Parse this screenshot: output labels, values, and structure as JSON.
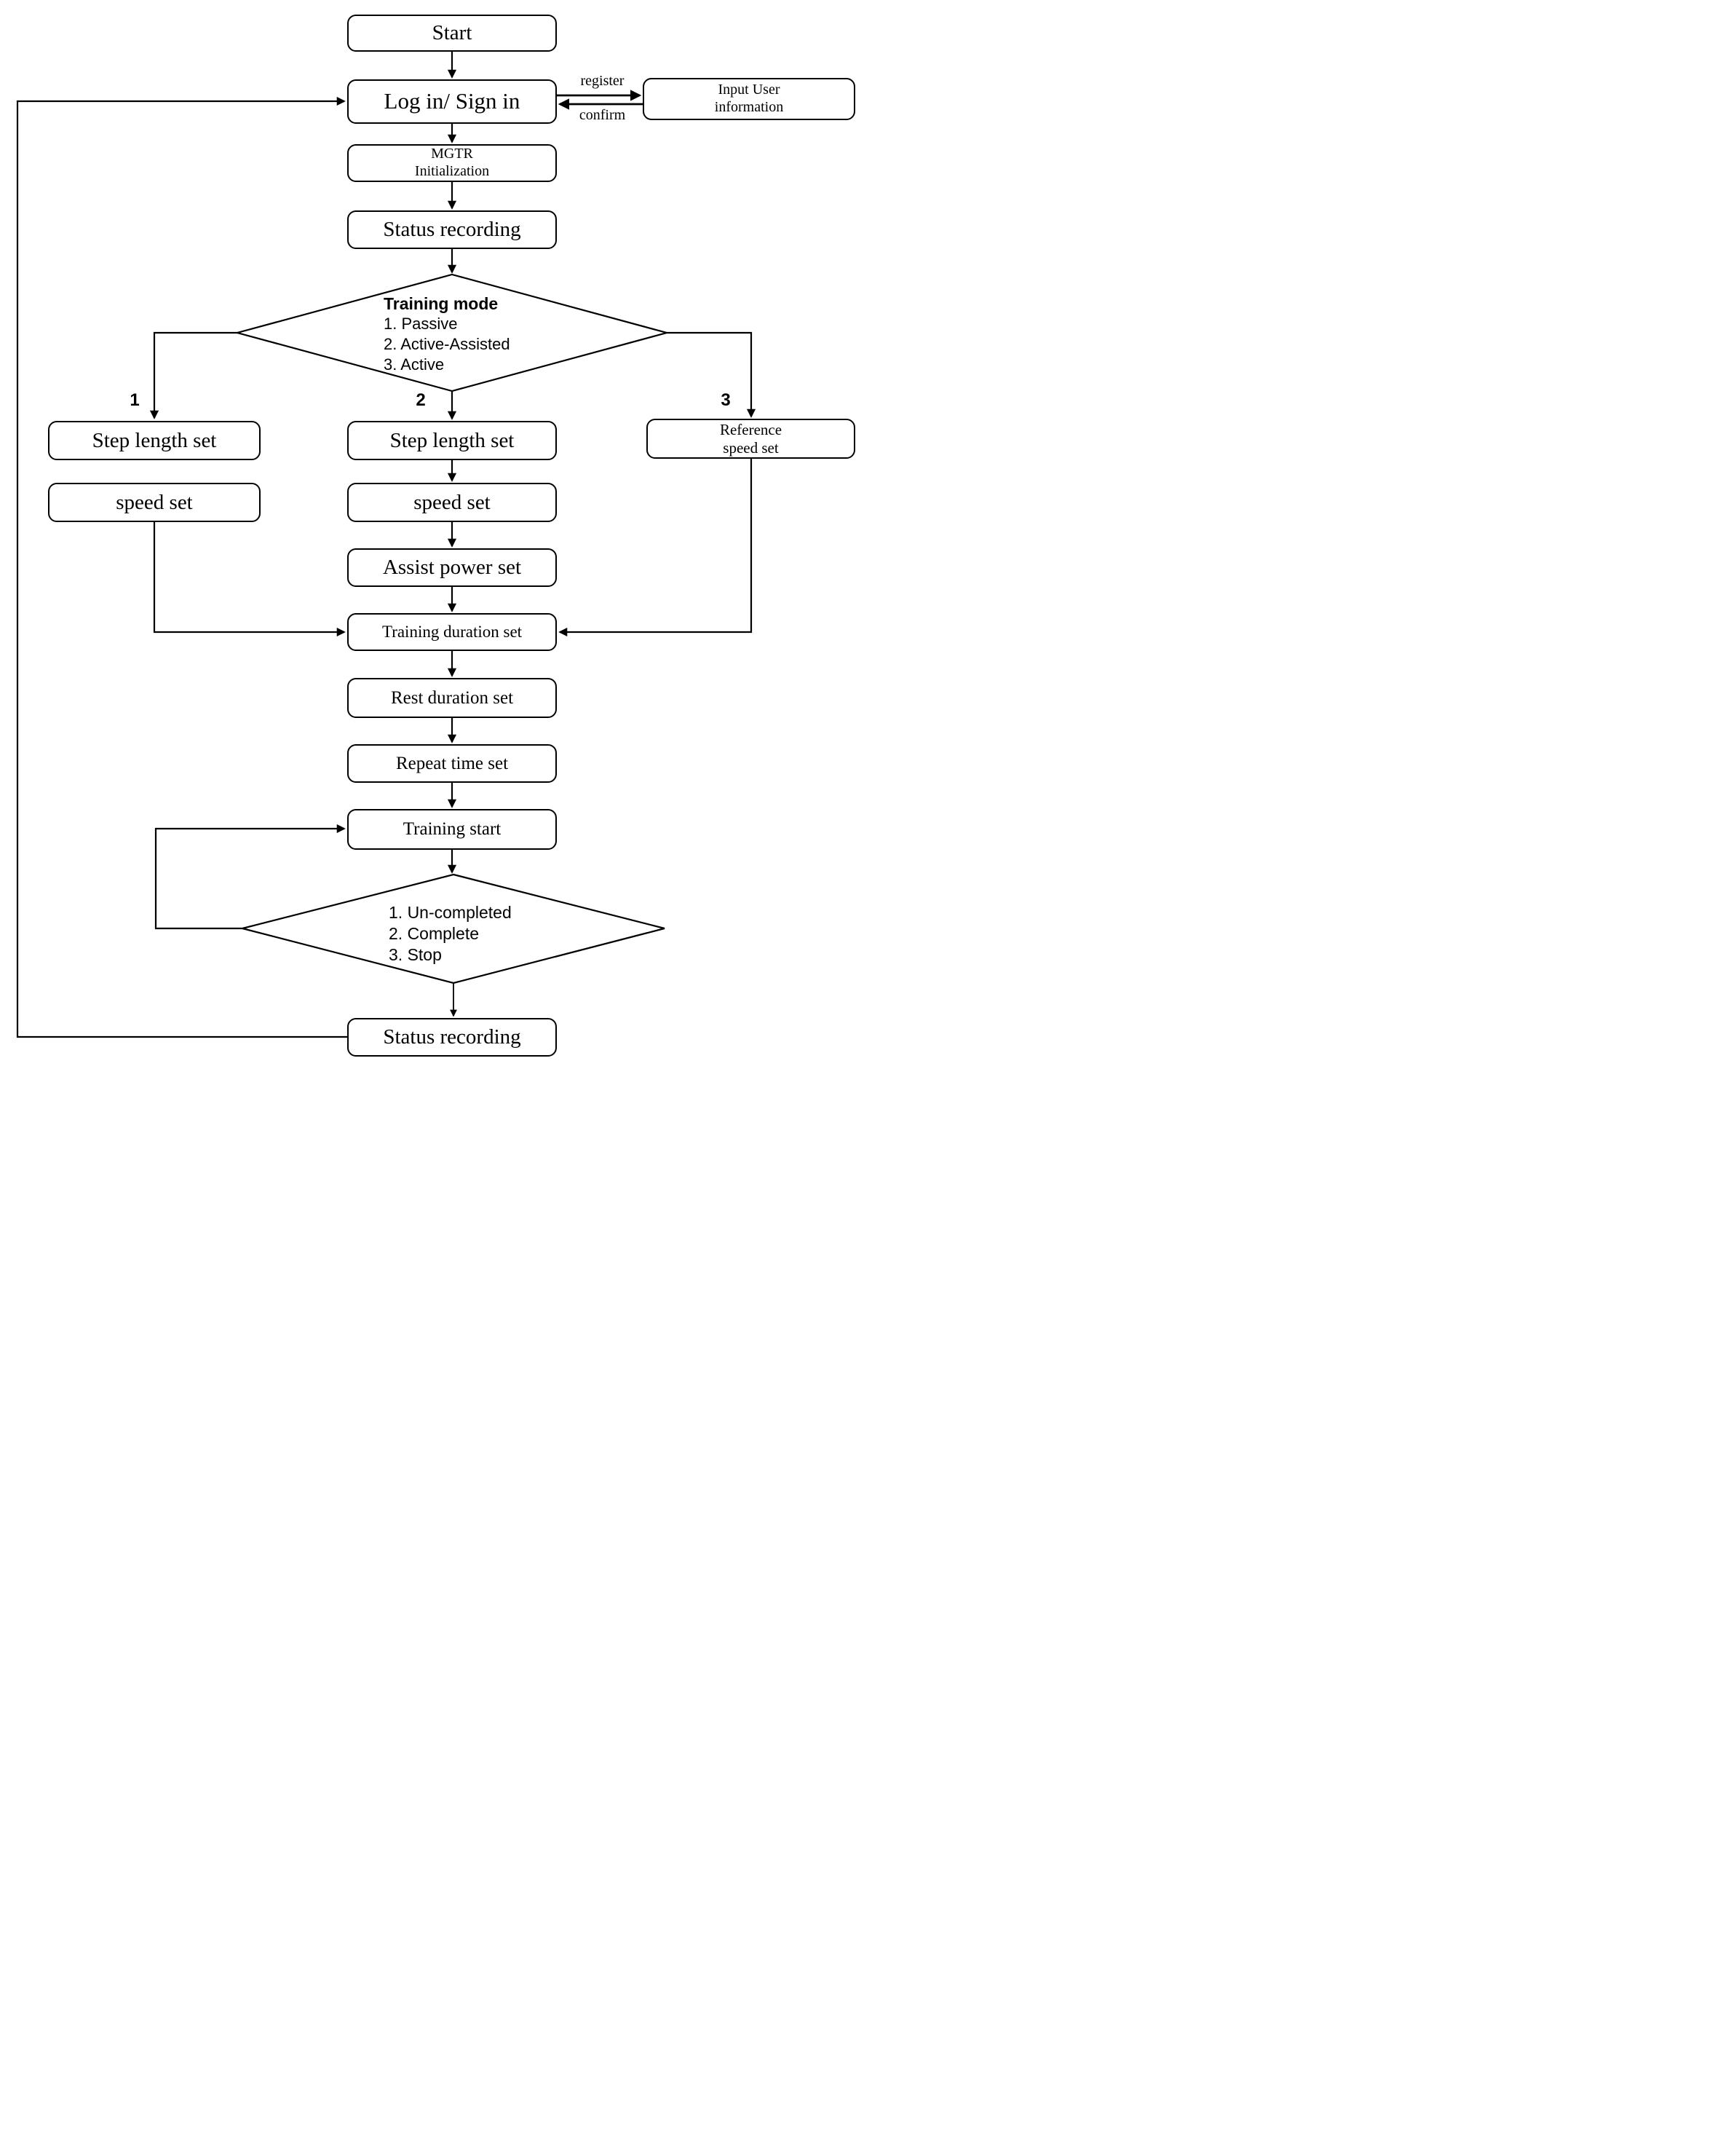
{
  "flowchart": {
    "nodes": {
      "start": "Start",
      "login": "Log in/ Sign in",
      "input_user_info_line1": "Input User",
      "input_user_info_line2": "information",
      "mgtr_line1": "MGTR",
      "mgtr_line2": "Initialization",
      "status_recording_top": "Status recording",
      "step_length_set_passive": "Step length set",
      "speed_set_passive": "speed set",
      "step_length_set_assisted": "Step length set",
      "speed_set_assisted": "speed set",
      "assist_power_set": "Assist power set",
      "reference_speed_line1": "Reference",
      "reference_speed_line2": "speed set",
      "training_duration_set": "Training duration set",
      "rest_duration_set": "Rest duration set",
      "repeat_time_set": "Repeat time set",
      "training_start": "Training start",
      "status_recording_bottom": "Status recording"
    },
    "decision_training_mode": {
      "title": "Training mode",
      "options": [
        "1. Passive",
        "2. Active-Assisted",
        "3. Active"
      ]
    },
    "decision_training_result": {
      "options": [
        "1. Un-completed",
        "2. Complete",
        "3. Stop"
      ]
    },
    "edge_labels": {
      "register": "register",
      "confirm": "confirm",
      "branch_passive": "1",
      "branch_assisted": "2",
      "branch_active": "3"
    }
  },
  "colors": {
    "line": "#000000",
    "background": "#ffffff"
  }
}
